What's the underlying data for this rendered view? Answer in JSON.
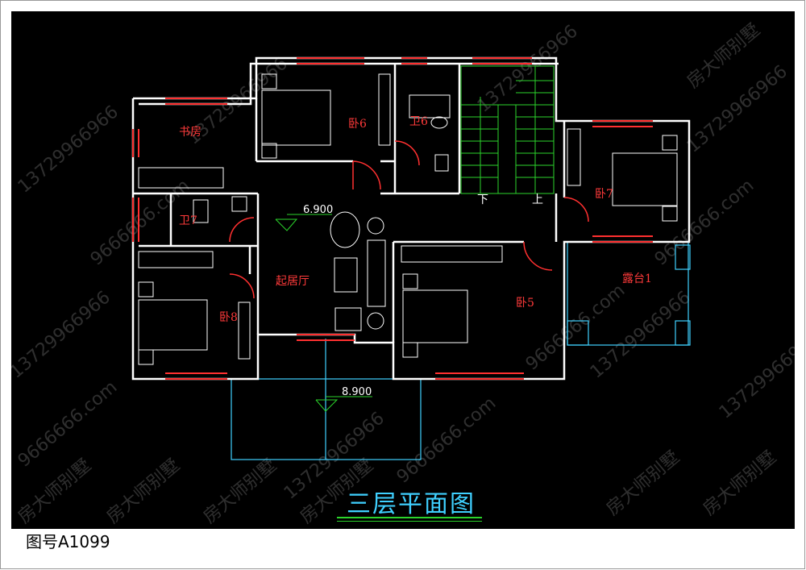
{
  "drawing": {
    "title": "三层平面图",
    "number": "图号A1099"
  },
  "levels": {
    "interior": "6.900",
    "terrace": "8.900"
  },
  "rooms": {
    "study": "书房",
    "bed6": "卧6",
    "bath6": "卫6",
    "bath7": "卫7",
    "bed7": "卧7",
    "bed8": "卧8",
    "bed5": "卧5",
    "living": "起居厅",
    "terrace1": "露台1"
  },
  "stairs": {
    "down": "下",
    "up": "上"
  },
  "watermarks": {
    "phone": "13729966966",
    "site": "9666666.com",
    "brand": "房大师别墅"
  },
  "colors": {
    "background": "#000000",
    "wall": "#ffffff",
    "window": "#ff3030",
    "furniture": "#ffffff",
    "stair": "#2bd42b",
    "balcony": "#3fd0ff",
    "door": "#ff3030",
    "room_label": "#ff3a3a",
    "title": "#3fd0ff"
  }
}
